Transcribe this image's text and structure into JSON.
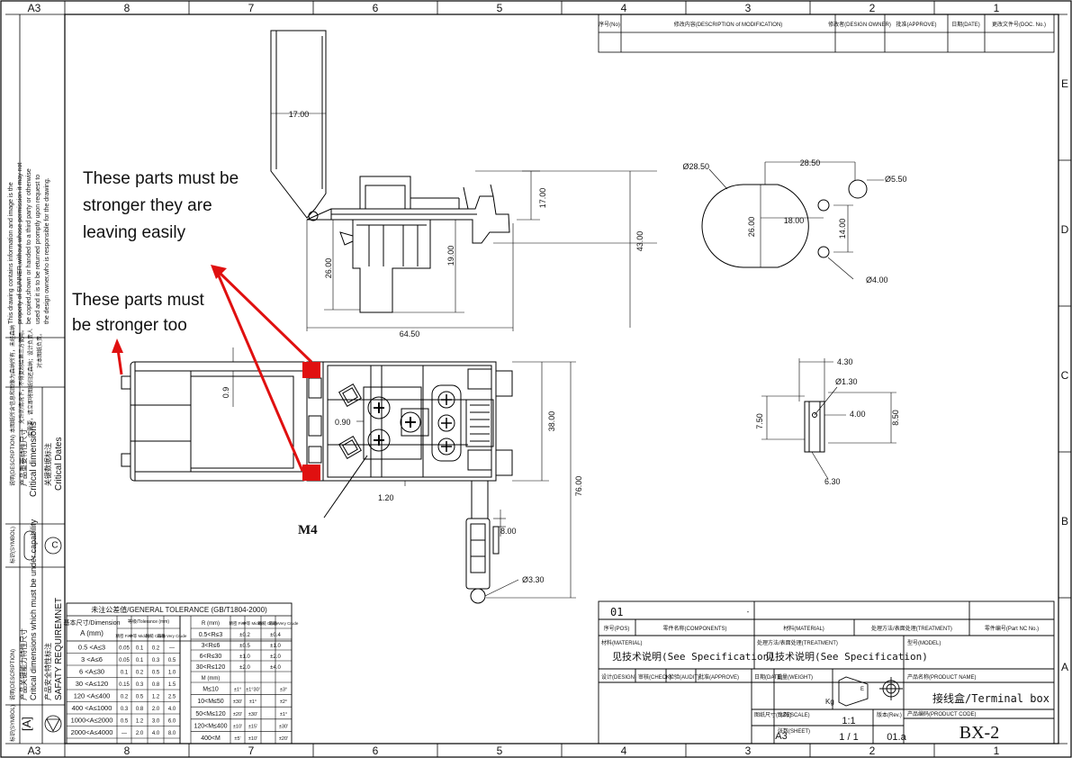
{
  "sheet": {
    "size_label": "A3",
    "columns": [
      "8",
      "7",
      "6",
      "5",
      "4",
      "3",
      "2",
      "1"
    ],
    "rows": [
      "E",
      "D",
      "C",
      "B",
      "A"
    ]
  },
  "revision_block": {
    "headers": [
      "序号(No)",
      "修改内容(DESCRIPTION of MODIFICATION)",
      "修改者(DESIGN OWNER)",
      "批准(APPROVE)",
      "日期(DATE)",
      "更改文件号(DOC. No.)"
    ]
  },
  "side_notes": {
    "confidential_en": [
      "This drawing contains information and image is the",
      "property of SUNNER,without whose permission it may not",
      "be copied,shown or handed to a third party or otherwise",
      "used and it is to be returned promptly upon request to",
      "the design owner,who is responsible for the drawing."
    ],
    "confidential_cn": [
      "本图纸所含信息和图像为森纳所有，未经森纳",
      "允许的情况下，不得复制给第三方使用。",
      "若需要，请立即将图纸归还森纳；设计负责人",
      "对本图纸负责。"
    ],
    "desc_label": "说明(DESCRIPTION)",
    "critical_cn": "产品重要特性尺寸",
    "critical_en": "Critical dimensions",
    "critical_cn2": "关键数据标注",
    "critical_dates": "Critical Dates",
    "symbol_label": "标识(SYMBOL)",
    "safety_desc": "说明(DESCRIPTION)",
    "safety_cn": "产品关键能力特性尺寸",
    "safety_en": "Critical dimensions which must be under capability",
    "safety_cn2": "产品安全特性标注",
    "safety_req": "SAFATY REQUIREMNET",
    "symbol_label2": "标识(SYMBOL)",
    "symbol_a": "[A]"
  },
  "annotations": {
    "note1": [
      "These parts must be",
      "stronger they are",
      "leaving easily"
    ],
    "note2": [
      "These parts must",
      "be stronger too"
    ],
    "m4": "M4"
  },
  "dimensions": {
    "d17_top": "17.00",
    "d17_right": "17.00",
    "d26": "26.00",
    "d19": "19.00",
    "d43": "43.00",
    "d64_5": "64.50",
    "d28_5": "28.50",
    "dia28_5": "Ø28.50",
    "dia5_5": "Ø5.50",
    "d18": "18.00",
    "d26b": "26.00",
    "d14": "14.00",
    "dia4": "Ø4.00",
    "d0_9": "0.9",
    "d0_90": "0.90",
    "d1_20": "1.20",
    "d38": "38.00",
    "d76": "76.00",
    "d8": "8.00",
    "dia3_3": "Ø3.30",
    "d4_30": "4.30",
    "dia1_30": "Ø1.30",
    "d4_00": "4.00",
    "d7_50": "7.50",
    "d8_50": "8.50",
    "d6_30": "6.30"
  },
  "tolerance": {
    "title": "未注公差值/GENERAL TOLERANCE (GB/T1804-2000)",
    "left_header": [
      "基本尺寸/Dimension",
      "A (mm)",
      "等级/Tolerance (mm)",
      "精密 Fine",
      "中等 Middle",
      "粗糙 Crude",
      "最粗 Very Crude"
    ],
    "left_rows": [
      [
        "0.5 <A≤3",
        "0.05",
        "0.1",
        "0.2",
        "—"
      ],
      [
        "3 <A≤6",
        "0.05",
        "0.1",
        "0.3",
        "0.5"
      ],
      [
        "6 <A≤30",
        "0.1",
        "0.2",
        "0.5",
        "1.0"
      ],
      [
        "30 <A≤120",
        "0.15",
        "0.3",
        "0.8",
        "1.5"
      ],
      [
        "120 <A≤400",
        "0.2",
        "0.5",
        "1.2",
        "2.5"
      ],
      [
        "400 <A≤1000",
        "0.3",
        "0.8",
        "2.0",
        "4.0"
      ],
      [
        "1000<A≤2000",
        "0.5",
        "1.2",
        "3.0",
        "6.0"
      ],
      [
        "2000<A≤4000",
        "—",
        "2.0",
        "4.0",
        "8.0"
      ]
    ],
    "right_header": [
      "R (mm)",
      "精密 Fine",
      "中等 Middle",
      "粗糙 Crude",
      "最粗 Very Crude"
    ],
    "right_rows_r": [
      [
        "0.5<R≤3",
        "±0.2",
        "±0.4"
      ],
      [
        "3<R≤6",
        "±0.5",
        "±1.0"
      ],
      [
        "6<R≤30",
        "±1.0",
        "±2.0"
      ],
      [
        "30<R≤120",
        "±2.0",
        "±4.0"
      ]
    ],
    "right_rows_m": [
      [
        "M≤10",
        "±1°",
        "±1°30'",
        "±3°"
      ],
      [
        "10<M≤50",
        "±30'",
        "±1°",
        "±2°"
      ],
      [
        "50<M≤120",
        "±20'",
        "±30'",
        "±1°"
      ],
      [
        "120<M≤400",
        "±10'",
        "±15'",
        "±30'"
      ],
      [
        "400<M",
        "±5'",
        "±10'",
        "±20'"
      ]
    ],
    "m_header": "M (mm)"
  },
  "title_block": {
    "item_no": "01",
    "dash": "-",
    "pos_label": "序号(POS)",
    "components_label": "零件名称(COMPONENTS)",
    "material_label": "材料(MATERIAL)",
    "treatment_label": "处理方法/表面处理(TREATMENT)",
    "partno_label": "零件编号(Part NC No.)",
    "material_label2": "材料(MATERIAL)",
    "material_value": "见技术说明(See Specification)",
    "treatment_label2": "处理方法/表面处理(TREATMENT)",
    "treatment_value": "见技术说明(See Specification)",
    "model_label": "型号(MODEL)",
    "design_label": "设计(DESIGN)",
    "check_label": "审核(CHECK)",
    "audit_label": "检验(AUDIT)",
    "approve_label": "批准(APPROVE)",
    "date_label": "日期(DATE)",
    "weight_label": "重量(WEIGHT)",
    "weight_unit": "Kg",
    "projection_letter": "E",
    "product_name_label": "产品名称(PRODUCT NAME)",
    "product_name": "接线盒/Terminal box",
    "size_label": "图纸尺寸(SIZE)",
    "size_value": "A3",
    "scale_label": "比例(SCALE)",
    "scale_value": "1:1",
    "sheet_label": "张数(SHEET)",
    "sheet_value": "1 / 1",
    "rev_label": "版本(Rev.)",
    "rev_value": "01.a",
    "code_label": "产品编码(PRODUCT CODE)",
    "code_value": "BX-2"
  }
}
